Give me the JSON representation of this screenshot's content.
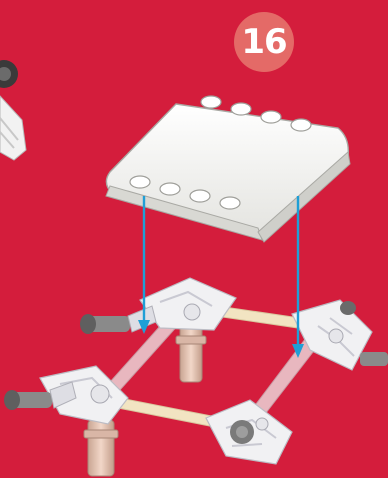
{
  "step": {
    "number": "16"
  },
  "colors": {
    "background": "#d41d3c",
    "badge": "#e46a67",
    "arrow": "#1f9fd6",
    "panel": "#f7f7f5",
    "rod_pink": "#e8b7bf",
    "rod_yellow": "#f2e4c2",
    "connector": "#eeeeee",
    "peg": "#e7c6b5",
    "axle_grey": "#7a7a7a"
  },
  "icons": {
    "roof_panel": "roof-panel-piece",
    "frame": "square-frame-assembly",
    "arrows": "down-arrow"
  }
}
